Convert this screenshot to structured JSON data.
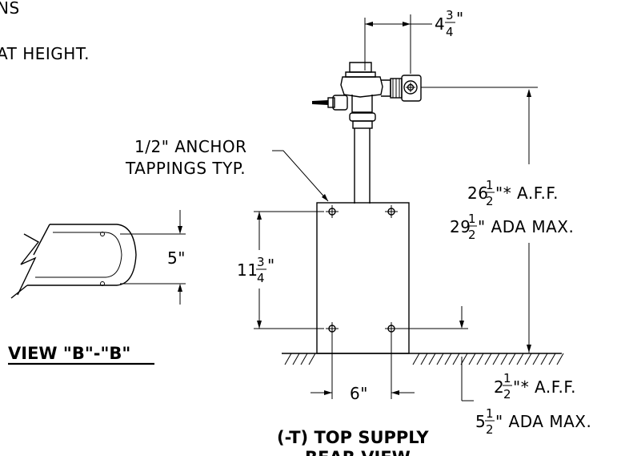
{
  "notes": {
    "line1": "NS",
    "line2": "AT HEIGHT."
  },
  "valve_offset": {
    "whole": "4",
    "num": "3",
    "den": "4",
    "unit": "\""
  },
  "anchor_label": {
    "line1": "1/2\" ANCHOR",
    "line2": "TAPPINGS TYP."
  },
  "height_aff": {
    "whole": "26",
    "num": "1",
    "den": "2",
    "suffix": "\"* A.F.F."
  },
  "height_ada": {
    "whole": "29",
    "num": "1",
    "den": "2",
    "suffix": "\" ADA MAX."
  },
  "base_height": {
    "whole": "11",
    "num": "3",
    "den": "4",
    "unit": "\""
  },
  "view_b_width": "5\"",
  "view_b_title": "VIEW \"B\"-\"B\"",
  "base_width": "6\"",
  "floor_aff": {
    "whole": "2",
    "num": "1",
    "den": "2",
    "suffix": "\"* A.F.F."
  },
  "floor_ada": {
    "whole": "5",
    "num": "1",
    "den": "2",
    "suffix": "\" ADA MAX."
  },
  "view_title": "(-T) TOP SUPPLY",
  "view_subtitle": "REAR VIEW"
}
